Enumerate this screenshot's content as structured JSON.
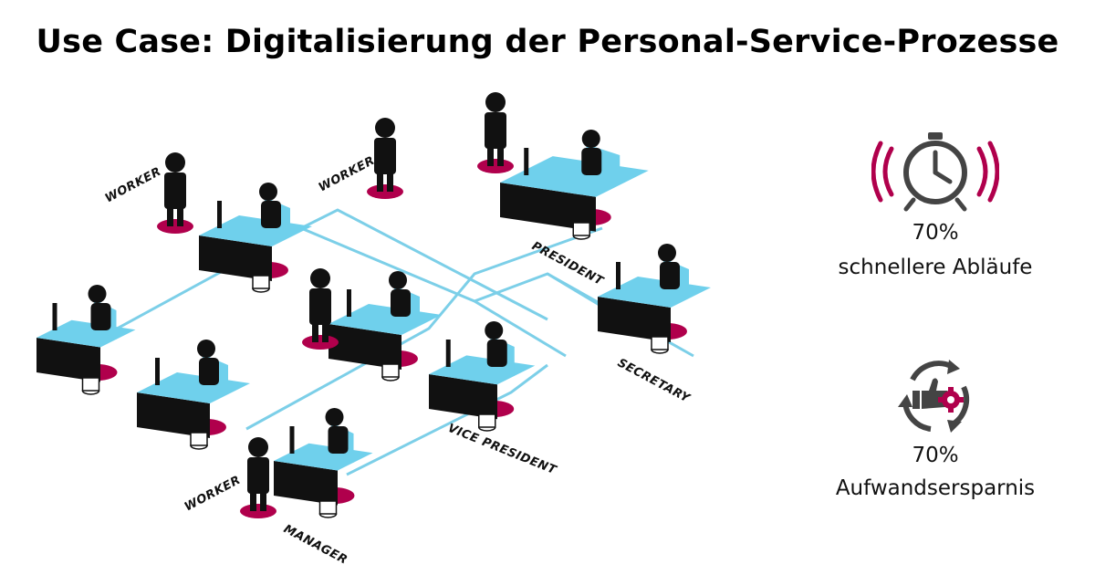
{
  "title": "Use Case: Digitalisierung der Personal-Service-Prozesse",
  "roles": {
    "worker_top_left": "WORKER",
    "worker_top_mid": "WORKER",
    "worker_bottom": "WORKER",
    "president": "PRESIDENT",
    "secretary": "SECRETARY",
    "vice_president": "VICE PRESIDENT",
    "manager": "MANAGER"
  },
  "stats": [
    {
      "value": "70%",
      "label": "schnellere Abläufe",
      "icon": "alarm-clock-icon"
    },
    {
      "value": "70%",
      "label": "Aufwandsersparnis",
      "icon": "thumbs-up-gear-cycle-icon"
    }
  ],
  "colors": {
    "desk_top": "#6fd0ec",
    "desk_body": "#111111",
    "floor_mat": "#b0004c",
    "network_line": "#7ccfe8",
    "accent": "#b0004c"
  }
}
